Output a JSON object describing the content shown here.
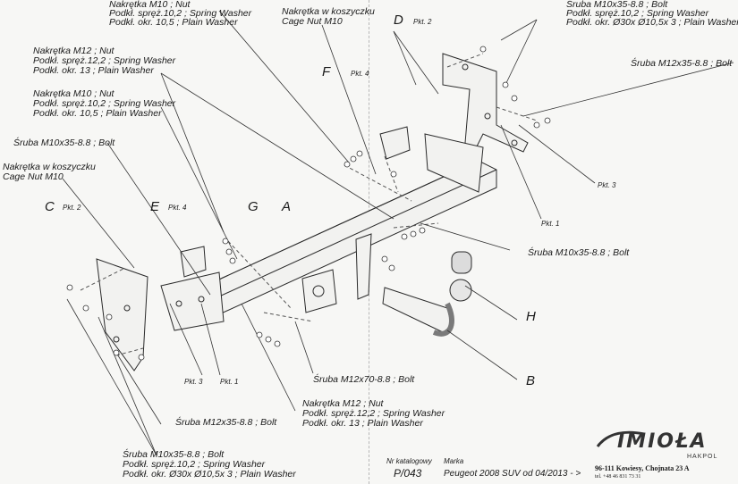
{
  "labels": {
    "top_center_nut": [
      "Nakrętka M10 ; Nut",
      "Podkł. spręż.10,2 ; Spring Washer",
      "Podkł. okr. 10,5 ; Plain Washer"
    ],
    "cage_nut_top": [
      "Nakrętka w koszyczku",
      "Cage Nut  M10"
    ],
    "top_right_bolt": [
      "Śruba M10x35-8.8 ;  Bolt",
      "Podkł. spręż.10,2 ; Spring Washer",
      "Podkł. okr.  Ø30x Ø10,5x 3 ; Plain Washer"
    ],
    "right_bolt_m12": "Śruba M12x35-8.8 ;  Bolt",
    "left_nut_m12": [
      "Nakrętka  M12 ; Nut",
      "Podkł. spręż.12,2 ; Spring Washer",
      "Podkł. okr. 13 ; Plain Washer"
    ],
    "left_nut_m10": [
      "Nakrętka  M10 ; Nut",
      "Podkł. spręż.10,2 ; Spring Washer",
      "Podkł. okr. 10,5 ; Plain Washer"
    ],
    "left_bolt_m10": "Śruba M10x35-8.8 ;  Bolt",
    "cage_nut_left": [
      "Nakrętka w koszyczku",
      "Cage Nut  M10"
    ],
    "right_bolt_m10": "Śruba M10x35-8.8 ;  Bolt",
    "center_bolt_m12x70": "Śruba M12x70-8.8 ;  Bolt",
    "bottom_nut_m12": [
      "Nakrętka  M12 ; Nut",
      "Podkł. spręż.12,2 ; Spring Washer",
      "Podkł. okr. 13 ; Plain Washer"
    ],
    "bottom_bolt_m12": "Śruba M12x35-8.8 ;  Bolt",
    "bottom_left_bolt": [
      "Śruba M10x35-8.8 ;  Bolt",
      "Podkł. spręż.10,2 ; Spring Washer",
      "Podkł. okr.  Ø30x Ø10,5x 3 ; Plain Washer"
    ]
  },
  "letters": {
    "A": "A",
    "B": "B",
    "C": "C",
    "D": "D",
    "E": "E",
    "F": "F",
    "G": "G",
    "H": "H"
  },
  "points": {
    "pkt1": "Pkt. 1",
    "pkt2": "Pkt. 2",
    "pkt3": "Pkt. 3",
    "pkt4": "Pkt. 4"
  },
  "footer": {
    "catalog_label": "Nr katalogowy",
    "catalog_value": "P/043",
    "brand_label": "Marka",
    "model": "Peugeot 2008 SUV   od  04/2013 - >",
    "logo": "IMIOŁA",
    "logo_sub": "HAKPOL",
    "address": "96-111 Kowiesy, Chojnata 23 A",
    "phone": "tel. +48 46 831 73 31"
  },
  "colors": {
    "line": "#2a2a2a",
    "paper": "#f7f7f5",
    "fold": "#b8b8b8"
  }
}
